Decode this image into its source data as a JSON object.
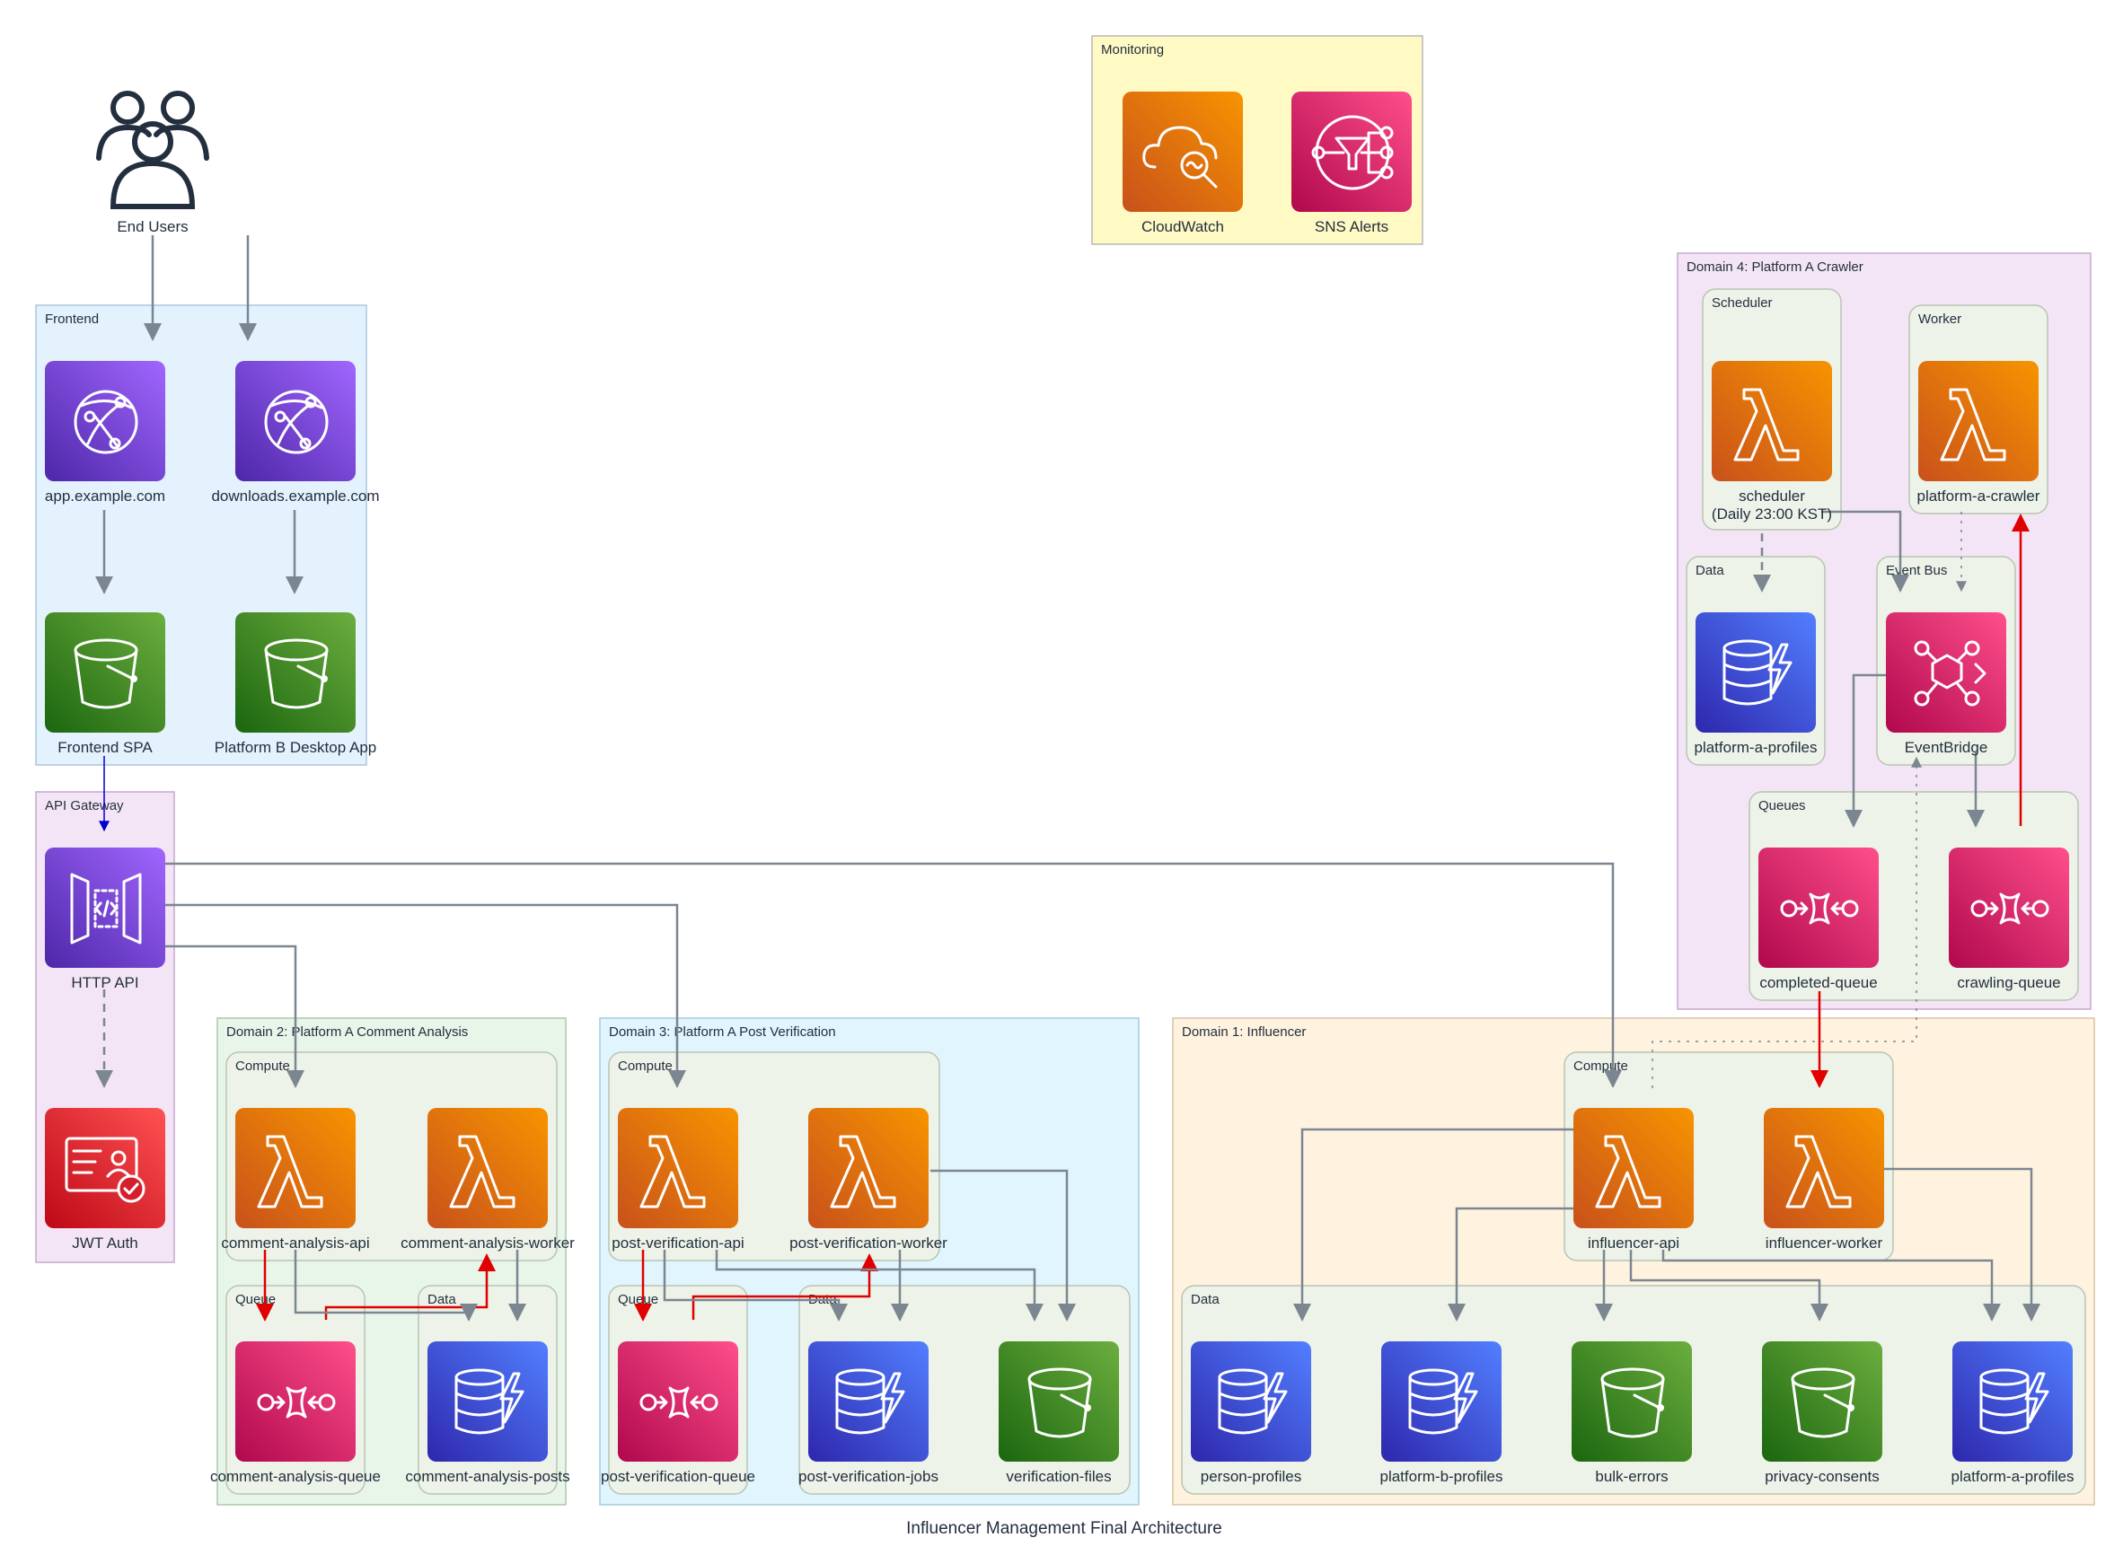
{
  "diagram_title": "Influencer Management Final Architecture",
  "colors": {
    "edge_gray": "#7b8691",
    "edge_red": "#e00000",
    "edge_blue": "#0000cc",
    "lambda": "#e8730c",
    "sqs": "#d6336b",
    "s3": "#3f8624",
    "dynamodb": "#3b48cc",
    "network": "#7342c8",
    "security": "#d5202c"
  },
  "clusters": {
    "monitoring": "Monitoring",
    "frontend": "Frontend",
    "api_gateway": "API Gateway",
    "domain4": "Domain 4: Platform A Crawler",
    "d4_scheduler": "Scheduler",
    "d4_worker": "Worker",
    "d4_data": "Data",
    "d4_eventbus": "Event Bus",
    "d4_queues": "Queues",
    "domain2": "Domain 2: Platform A Comment Analysis",
    "d2_compute": "Compute",
    "d2_queue": "Queue",
    "d2_data": "Data",
    "domain3": "Domain 3: Platform A Post Verification",
    "d3_compute": "Compute",
    "d3_queue": "Queue",
    "d3_data": "Data",
    "domain1": "Domain 1: Influencer",
    "d1_compute": "Compute",
    "d1_data": "Data"
  },
  "nodes": {
    "end_users": {
      "label": "End Users",
      "icon": "users-icon"
    },
    "cloudwatch": {
      "label": "CloudWatch",
      "icon": "cloudwatch-icon"
    },
    "sns_alerts": {
      "label": "SNS Alerts",
      "icon": "sns-icon"
    },
    "app_cf": {
      "label": "app.example.com",
      "icon": "cloudfront-icon"
    },
    "downloads_cf": {
      "label": "downloads.example.com",
      "icon": "cloudfront-icon"
    },
    "frontend_spa": {
      "label": "Frontend SPA",
      "icon": "s3-bucket-icon"
    },
    "desktop_app": {
      "label": "Platform B Desktop App",
      "icon": "s3-bucket-icon"
    },
    "http_api": {
      "label": "HTTP API",
      "icon": "api-gateway-icon"
    },
    "jwt_auth": {
      "label": "JWT Auth",
      "icon": "jwt-auth-icon"
    },
    "scheduler": {
      "label_line1": "scheduler",
      "label_line2": "(Daily 23:00 KST)",
      "icon": "lambda-icon"
    },
    "crawler": {
      "label": "platform-a-crawler",
      "icon": "lambda-icon"
    },
    "d4_profiles": {
      "label": "platform-a-profiles",
      "icon": "dynamodb-icon"
    },
    "eventbridge": {
      "label": "EventBridge",
      "icon": "eventbridge-icon"
    },
    "completed_queue": {
      "label": "completed-queue",
      "icon": "sqs-icon"
    },
    "crawling_queue": {
      "label": "crawling-queue",
      "icon": "sqs-icon"
    },
    "ca_api": {
      "label": "comment-analysis-api",
      "icon": "lambda-icon"
    },
    "ca_worker": {
      "label": "comment-analysis-worker",
      "icon": "lambda-icon"
    },
    "ca_queue": {
      "label": "comment-analysis-queue",
      "icon": "sqs-icon"
    },
    "ca_posts": {
      "label": "comment-analysis-posts",
      "icon": "dynamodb-icon"
    },
    "pv_api": {
      "label": "post-verification-api",
      "icon": "lambda-icon"
    },
    "pv_worker": {
      "label": "post-verification-worker",
      "icon": "lambda-icon"
    },
    "pv_queue": {
      "label": "post-verification-queue",
      "icon": "sqs-icon"
    },
    "pv_jobs": {
      "label": "post-verification-jobs",
      "icon": "dynamodb-icon"
    },
    "pv_files": {
      "label": "verification-files",
      "icon": "s3-bucket-icon"
    },
    "inf_api": {
      "label": "influencer-api",
      "icon": "lambda-icon"
    },
    "inf_worker": {
      "label": "influencer-worker",
      "icon": "lambda-icon"
    },
    "person_profiles": {
      "label": "person-profiles",
      "icon": "dynamodb-icon"
    },
    "b_profiles": {
      "label": "platform-b-profiles",
      "icon": "dynamodb-icon"
    },
    "bulk_errors": {
      "label": "bulk-errors",
      "icon": "s3-bucket-icon"
    },
    "privacy_consents": {
      "label": "privacy-consents",
      "icon": "s3-bucket-icon"
    },
    "d1_a_profiles": {
      "label": "platform-a-profiles",
      "icon": "dynamodb-icon"
    }
  }
}
